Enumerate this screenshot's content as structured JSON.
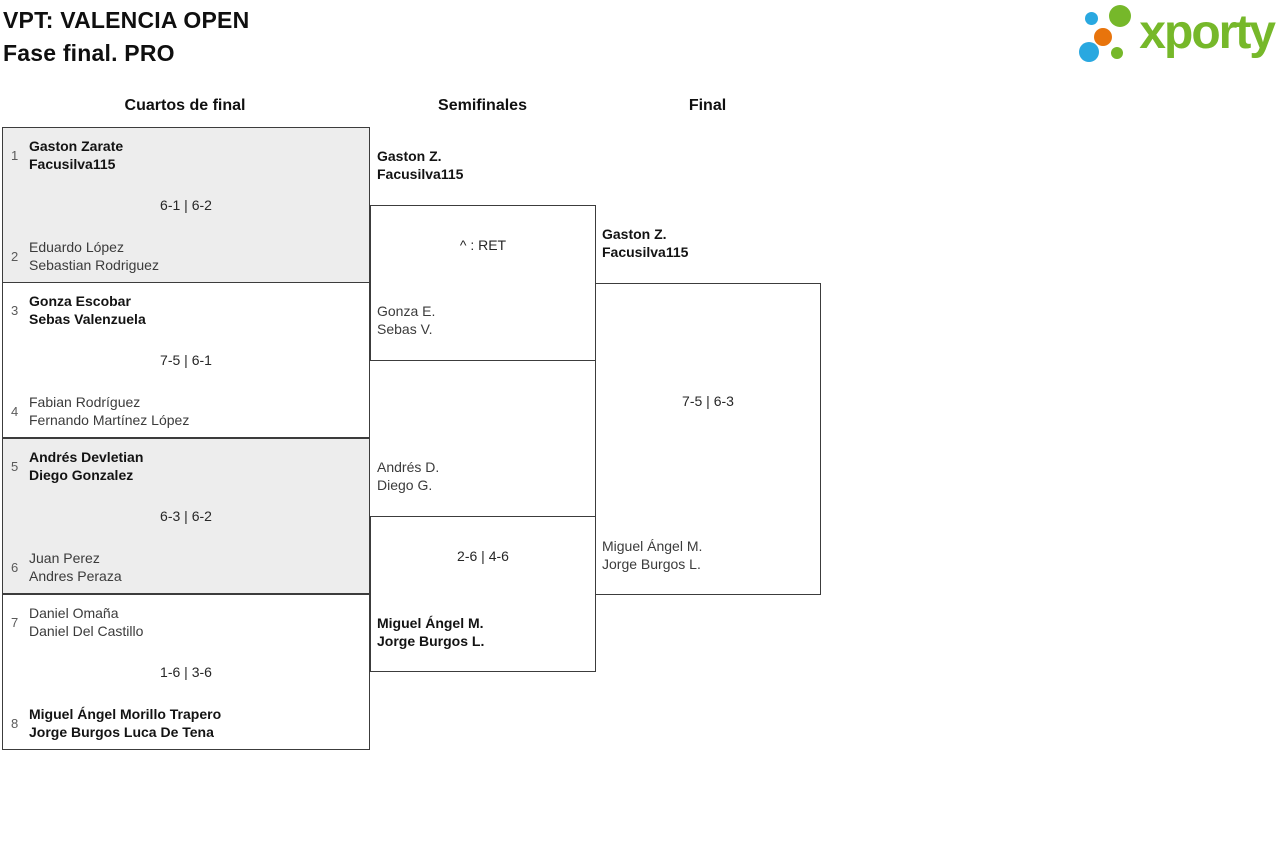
{
  "header": {
    "title": "VPT: VALENCIA OPEN",
    "subtitle": "Fase final. PRO",
    "logo_text": "xporty"
  },
  "columns": {
    "quarterfinals": "Cuartos de final",
    "semifinals": "Semifinales",
    "final": "Final"
  },
  "bracket": {
    "quarterfinals": [
      {
        "seed_top": "1",
        "team_top": {
          "line1": "Gaston Zarate",
          "line2": "Facusilva115",
          "winner": true
        },
        "score": "6-1 | 6-2",
        "seed_bottom": "2",
        "team_bottom": {
          "line1": "Eduardo López",
          "line2": "Sebastian Rodriguez",
          "winner": false
        }
      },
      {
        "seed_top": "3",
        "team_top": {
          "line1": "Gonza Escobar",
          "line2": "Sebas Valenzuela",
          "winner": true
        },
        "score": "7-5 | 6-1",
        "seed_bottom": "4",
        "team_bottom": {
          "line1": "Fabian Rodríguez",
          "line2": "Fernando Martínez López",
          "winner": false
        }
      },
      {
        "seed_top": "5",
        "team_top": {
          "line1": "Andrés Devletian",
          "line2": "Diego Gonzalez",
          "winner": true
        },
        "score": "6-3 | 6-2",
        "seed_bottom": "6",
        "team_bottom": {
          "line1": "Juan Perez",
          "line2": "Andres Peraza",
          "winner": false
        }
      },
      {
        "seed_top": "7",
        "team_top": {
          "line1": "Daniel Omaña",
          "line2": "Daniel Del Castillo",
          "winner": false
        },
        "score": "1-6 | 3-6",
        "seed_bottom": "8",
        "team_bottom": {
          "line1": "Miguel Ángel Morillo Trapero",
          "line2": "Jorge Burgos Luca De Tena",
          "winner": true
        }
      }
    ],
    "semifinals": [
      {
        "team_top": {
          "line1": "Gaston Z.",
          "line2": "Facusilva115",
          "winner": true
        },
        "score": "^ : RET",
        "team_bottom": {
          "line1": "Gonza E.",
          "line2": "Sebas V.",
          "winner": false
        }
      },
      {
        "team_top": {
          "line1": "Andrés D.",
          "line2": "Diego G.",
          "winner": false
        },
        "score": "2-6 | 4-6",
        "team_bottom": {
          "line1": "Miguel Ángel M.",
          "line2": "Jorge Burgos L.",
          "winner": true
        }
      }
    ],
    "final": {
      "team_top": {
        "line1": "Gaston Z.",
        "line2": "Facusilva115",
        "winner": true
      },
      "score": "7-5 | 6-3",
      "team_bottom": {
        "line1": "Miguel Ángel M.",
        "line2": "Jorge Burgos L.",
        "winner": false
      }
    }
  },
  "colors": {
    "logo_green": "#76b82a",
    "logo_blue": "#29a8e0",
    "logo_orange": "#e8740c",
    "match_shaded_bg": "#ededed",
    "border": "#3c3c3c"
  }
}
